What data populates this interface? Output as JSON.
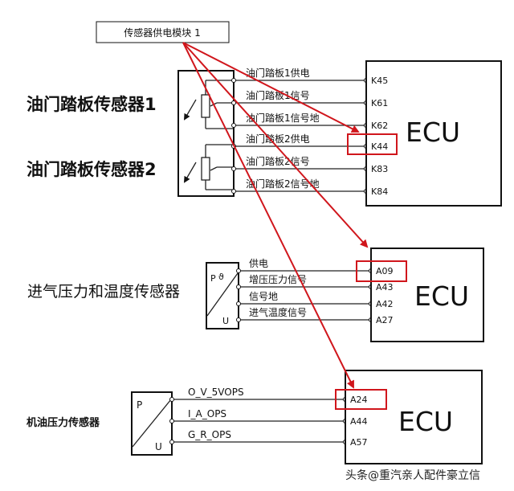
{
  "module": {
    "label": "传感器供电模块 1"
  },
  "ecu_label": "ECU",
  "sensors": {
    "pedal1": "油门踏板传感器1",
    "pedal2": "油门踏板传感器2",
    "intake": "进气压力和温度传感器",
    "oil": "机油压力传感器"
  },
  "pedal_signals": [
    {
      "name": "油门踏板1供电",
      "pin": "K45"
    },
    {
      "name": "油门踏板1信号",
      "pin": "K61"
    },
    {
      "name": "油门踏板1信号地",
      "pin": "K62"
    },
    {
      "name": "油门踏板2供电",
      "pin": "K44"
    },
    {
      "name": "油门踏板2信号",
      "pin": "K83"
    },
    {
      "name": "油门踏板2信号地",
      "pin": "K84"
    }
  ],
  "intake_signals": [
    {
      "name": "供电",
      "pin": "A09"
    },
    {
      "name": "增压压力信号",
      "pin": "A43"
    },
    {
      "name": "信号地",
      "pin": "A42"
    },
    {
      "name": "进气温度信号",
      "pin": "A27"
    }
  ],
  "oil_signals": [
    {
      "name": "O_V_5VOPS",
      "pin": "A24"
    },
    {
      "name": "I_A_OPS",
      "pin": "A44"
    },
    {
      "name": "G_R_OPS",
      "pin": "A57"
    }
  ],
  "symbols": {
    "p": "P",
    "u": "U",
    "theta": "ϑ"
  },
  "watermark": "头条@重汽亲人配件豪立信",
  "colors": {
    "highlight": "#d0161c",
    "line": "#222222"
  }
}
